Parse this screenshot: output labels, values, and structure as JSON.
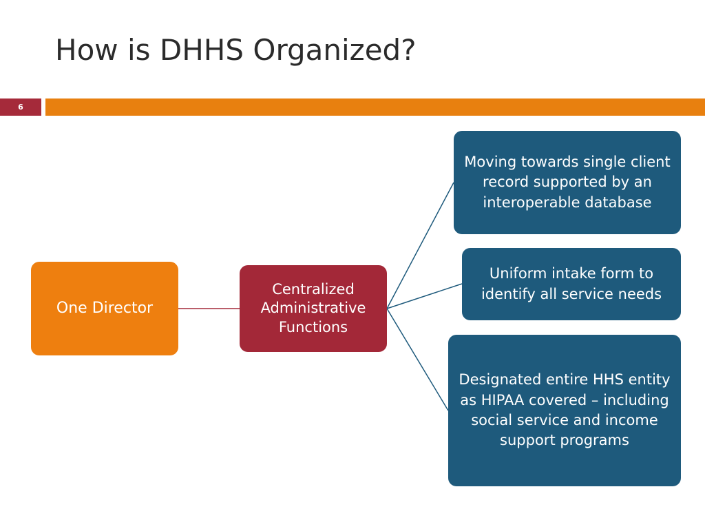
{
  "slide": {
    "title": "How is DHHS Organized?",
    "number": "6"
  },
  "colors": {
    "accent_orange": "#e8800f",
    "accent_red": "#a52a3a",
    "node_blue": "#1e5a7c",
    "connector": "#1e5a7c"
  },
  "diagram": {
    "root": {
      "label": "One Director"
    },
    "middle": {
      "label": "Centralized Administrative Functions"
    },
    "branches": [
      {
        "label": "Moving towards single client record supported by an interoperable database"
      },
      {
        "label": "Uniform intake form to identify all service needs"
      },
      {
        "label": "Designated entire HHS entity as HIPAA covered – including social service and income support programs"
      }
    ]
  }
}
